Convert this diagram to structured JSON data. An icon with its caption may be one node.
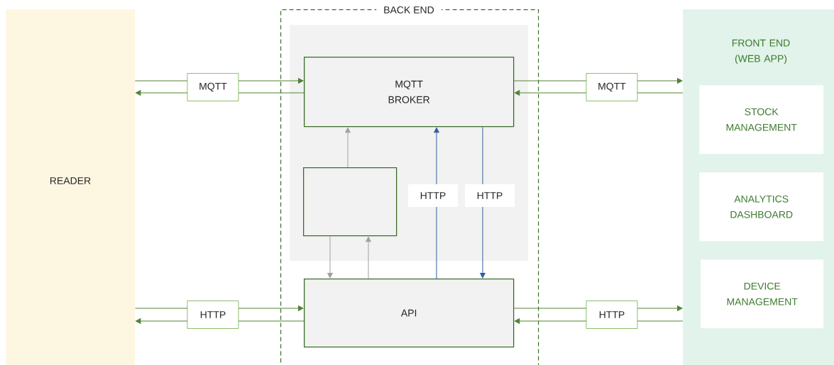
{
  "diagram": {
    "nodes": [
      {
        "text": [
          "READER"
        ]
      },
      {
        "text": [
          "BACK END"
        ]
      },
      {
        "text": [],
        "shape": "box",
        "in": 1
      },
      {
        "text": [
          "MQTT BROKER"
        ],
        "in": 2
      },
      {
        "text": [],
        "shape": "box",
        "in": 2
      },
      {
        "text": [
          "API"
        ],
        "in": 1
      },
      {
        "text": [
          "FRONT END (WEB APP)"
        ]
      },
      {
        "text": [
          "STOCK MANAGEMENT"
        ],
        "in": 6
      },
      {
        "text": [
          "ANALYTICS DASHBOARD"
        ],
        "in": 6
      },
      {
        "text": [
          "DEVICE MANAGEMENT"
        ],
        "in": 6
      }
    ],
    "edges": [
      {
        "from": 0,
        "to": 3,
        "arrow": "to",
        "label": "MQTT"
      },
      {
        "from": 3,
        "to": 0,
        "arrow": "to"
      },
      {
        "from": 0,
        "to": 5,
        "arrow": "to",
        "label": "HTTP"
      },
      {
        "from": 5,
        "to": 0,
        "arrow": "to"
      },
      {
        "from": 3,
        "to": 6,
        "arrow": "to",
        "label": "MQTT"
      },
      {
        "from": 6,
        "to": 3,
        "arrow": "to"
      },
      {
        "from": 5,
        "to": 6,
        "arrow": "to",
        "label": "HTTP"
      },
      {
        "from": 6,
        "to": 5,
        "arrow": "to"
      },
      {
        "from": 4,
        "to": 3,
        "arrow": "to",
        "color": "#a0a0a0"
      },
      {
        "from": 4,
        "to": 5,
        "arrow": "to",
        "color": "#a0a0a0"
      },
      {
        "from": 5,
        "to": 4,
        "arrow": "to",
        "color": "#a0a0a0"
      },
      {
        "from": 5,
        "to": 3,
        "arrow": "to",
        "color": "#2e5f9e",
        "label": "HTTP"
      },
      {
        "from": 3,
        "to": 5,
        "arrow": "to",
        "color": "#2e5f9e",
        "label": "HTTP"
      }
    ]
  }
}
